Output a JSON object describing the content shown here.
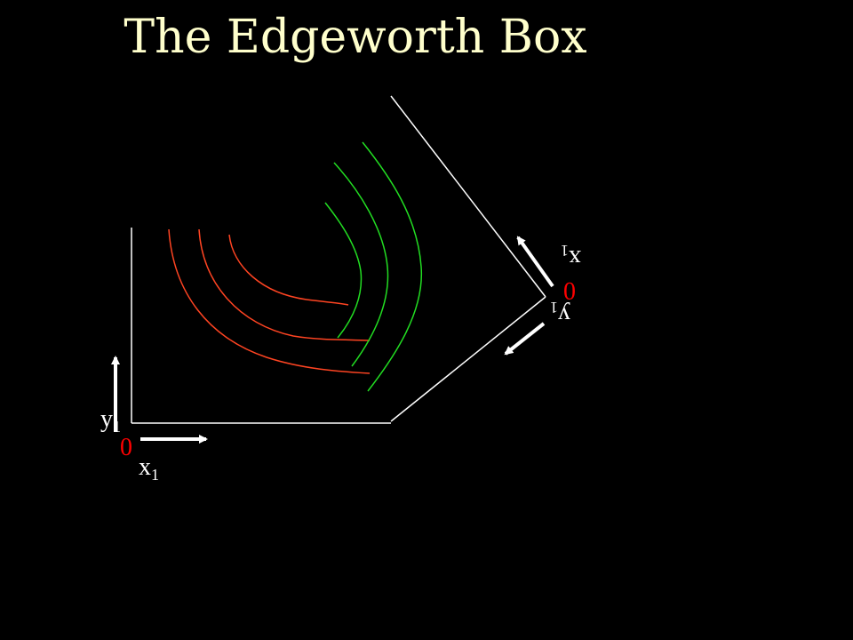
{
  "slide": {
    "title": "The Edgeworth Box"
  },
  "person1": {
    "origin_label": "0",
    "x_label_base": "x",
    "x_label_sub": "1",
    "y_label_base": "y",
    "y_label_sub": "1",
    "indifference_color": "#ff4422"
  },
  "person2": {
    "origin_label": "0",
    "x_label_base": "x",
    "x_label_sub": "1",
    "y_label_base": "y",
    "y_label_sub": "1",
    "indifference_color": "#22dd22"
  },
  "colors": {
    "background": "#000000",
    "title": "#ffffcc",
    "axes": "#ffffff",
    "origin": "#ff0000"
  }
}
